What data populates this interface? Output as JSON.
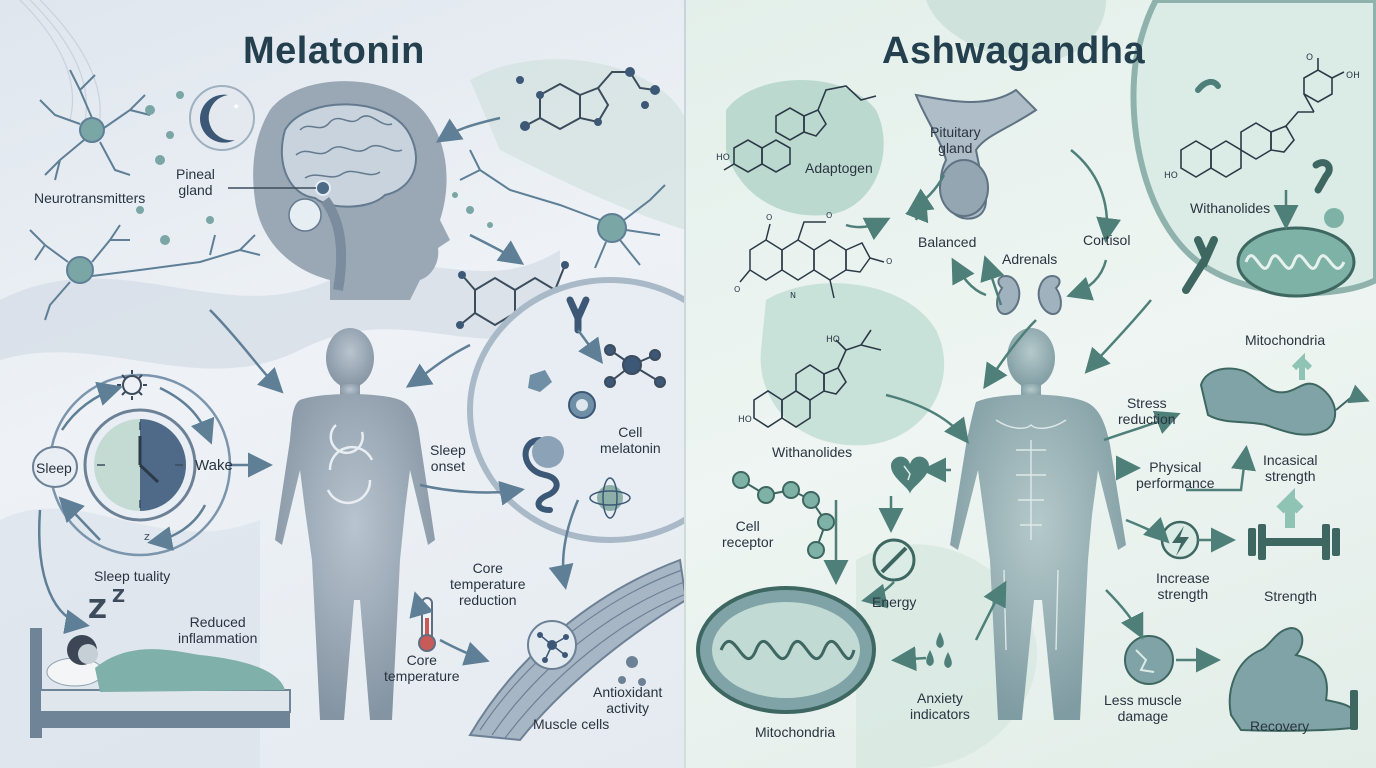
{
  "melatonin": {
    "title": "Melatonin",
    "labels": {
      "neurotransmitters": "Neurotransmitters",
      "pineal_gland": "Pineal\ngland",
      "sleep": "Sleep",
      "wake": "Wake",
      "sleep_quality": "Sleep tuality",
      "reduced_inflammation": "Reduced\ninflammation",
      "sleep_onset": "Sleep\nonset",
      "cell_melatonin": "Cell\nmelatonin",
      "core_temperature_reduction": "Core\ntemperature\nreduction",
      "core_temperature": "Core\ntemperature",
      "antioxidant_activity": "Antioxidant\nactivity",
      "muscle_cells": "Muscle cells"
    },
    "colors": {
      "accent": "#5f7f96",
      "cell": "#6f9aa0",
      "body": "#8e9dab"
    }
  },
  "ashwagandha": {
    "title": "Ashwagandha",
    "labels": {
      "adaptogen": "Adaptogen",
      "pituitary_gland": "Pituitary\ngland",
      "balanced": "Balanced",
      "cortisol": "Cortisol",
      "adrenals": "Adrenals",
      "withanolides_top": "Withanolides",
      "mitochondria_top": "Mitochondria",
      "withanolides": "Withanolides",
      "stress_reduction": "Stress\nreduction",
      "physical_performance": "Physical\nperformance",
      "incasical_strength": "Incasical\nstrength",
      "cell_receptor": "Cell\nreceptor",
      "energy": "Energy",
      "increase_strength": "Increase\nstrength",
      "strength": "Strength",
      "mitochondria_bottom": "Mitochondria",
      "anxiety_indicators": "Anxiety\nindicators",
      "less_muscle_damage": "Less muscle\ndamage",
      "recovery": "Recovery"
    },
    "colors": {
      "accent": "#4e7f78",
      "cell": "#7fb2a6",
      "body": "#8aa8ac"
    }
  }
}
